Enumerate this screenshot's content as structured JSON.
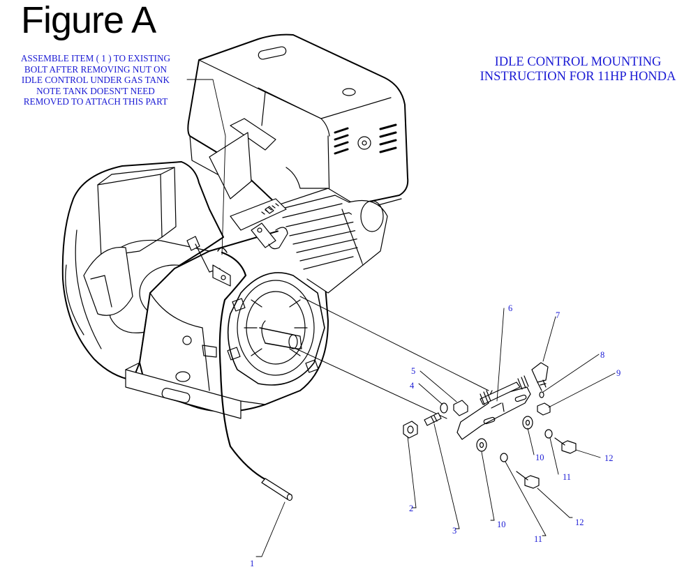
{
  "figure_title": "Figure A",
  "note_lines": [
    "ASSEMBLE ITEM ( 1 ) TO EXISTING",
    "BOLT AFTER REMOVING NUT ON",
    "IDLE CONTROL UNDER GAS TANK",
    "NOTE TANK DOESN'T NEED",
    "REMOVED TO ATTACH THIS PART"
  ],
  "heading_lines": [
    "IDLE CONTROL MOUNTING",
    "INSTRUCTION FOR 11HP HONDA"
  ],
  "callouts": {
    "c1": "1",
    "c2": "2",
    "c3": "3",
    "c4": "4",
    "c5": "5",
    "c6": "6",
    "c7": "7",
    "c8": "8",
    "c9": "9",
    "c10a": "10",
    "c10b": "10",
    "c11a": "11",
    "c11b": "11",
    "c12a": "12",
    "c12b": "12"
  },
  "colors": {
    "text_accent": "#1a1ad4",
    "line": "#000000"
  }
}
